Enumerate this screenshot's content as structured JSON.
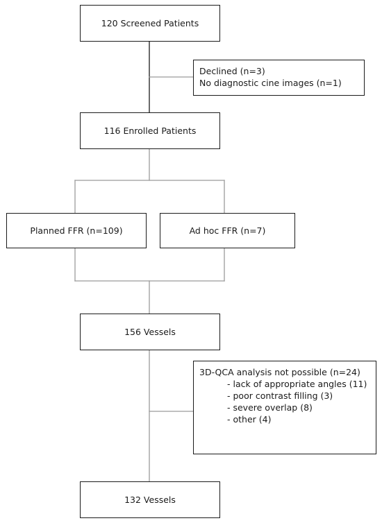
{
  "flowchart": {
    "screened": "120 Screened Patients",
    "exclusion1": {
      "lines": [
        "Declined (n=3)",
        "No diagnostic cine images (n=1)"
      ]
    },
    "enrolled": "116 Enrolled Patients",
    "planned": "Planned FFR (n=109)",
    "adhoc": "Ad hoc FFR (n=7)",
    "vessels_total": "156 Vessels",
    "exclusion2": {
      "title": "3D-QCA analysis not possible (n=24)",
      "reasons": [
        "- lack of appropriate angles (11)",
        "- poor contrast filling (3)",
        "- severe overlap (8)",
        "- other (4)"
      ]
    },
    "vessels_final": "132 Vessels"
  },
  "colors": {
    "box_border": "#1a1a1a",
    "connector_dark": "#1a1a1a",
    "connector_light": "#9a9a9a"
  }
}
